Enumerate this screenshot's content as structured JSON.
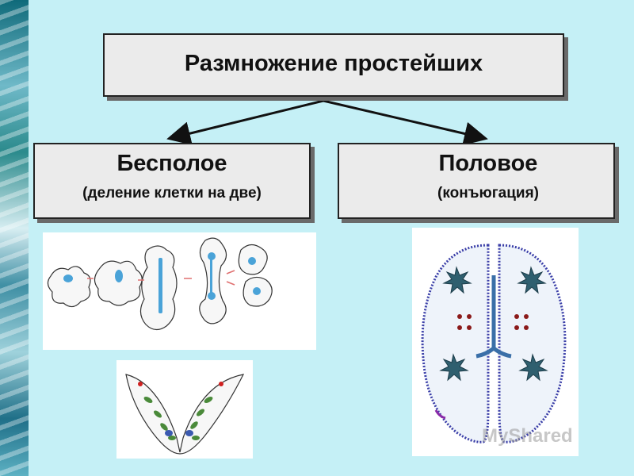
{
  "diagram": {
    "title": "Размножение простейших",
    "branches": [
      {
        "heading": "Бесполое",
        "subtitle": "(деление клетки на две)"
      },
      {
        "heading": "Половое",
        "subtitle": "(конъюгация)"
      }
    ]
  },
  "watermark": {
    "text": "MyShared"
  },
  "colors": {
    "background": "#c5f0f6",
    "box_fill": "#ebebeb",
    "nucleus_blue": "#4aa3d8",
    "cell_green": "#4a8a3a",
    "conj_outline": "#3b3fa8",
    "conj_dots": "#8b1a1a"
  }
}
